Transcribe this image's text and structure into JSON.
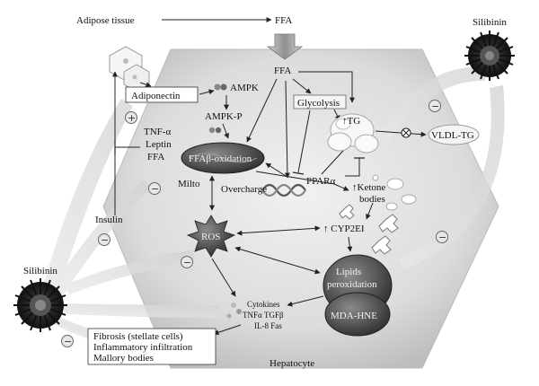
{
  "labels": {
    "adipose": "Adipose tissue",
    "ffa_top": "FFA",
    "ffa_mid": "FFA",
    "adiponectin": "Adiponectin",
    "ampk": "AMPK",
    "ampk_p": "AMPK-P",
    "glycolysis": "Glycolysis",
    "tg": "↑TG",
    "vldl": "VLDL-TG",
    "ffa_ox": "FFAβ-oxidation",
    "ppar": "PPARα",
    "tnf": "TNF-α",
    "leptin": "Leptin",
    "ffa_left": "FFA",
    "milto": "Milto",
    "overcharge": "Overcharge",
    "ketone_1": "↑Ketone",
    "ketone_2": "bodies",
    "insulin": "Insulin",
    "ros": "ROS",
    "cyp2e1": "↑ CYP2EI",
    "lipid_1": "Lipids",
    "lipid_2": "peroxidation",
    "mda": "MDA-HNE",
    "cyt_1": "Cytokines",
    "cyt_2": "TNFα  TGFβ",
    "cyt_3": "IL-8 Fas",
    "silibinin_left": "Silibinin",
    "silibinin_right": "Silibinin",
    "fibrosis": "Fibrosis (stellate cells)",
    "inflammatory": "Inflammatory infiltration",
    "mallory": "Mallory bodies",
    "hepatocyte": "Hepatocyte"
  },
  "signs": {
    "plus": "+",
    "minus": "−"
  }
}
